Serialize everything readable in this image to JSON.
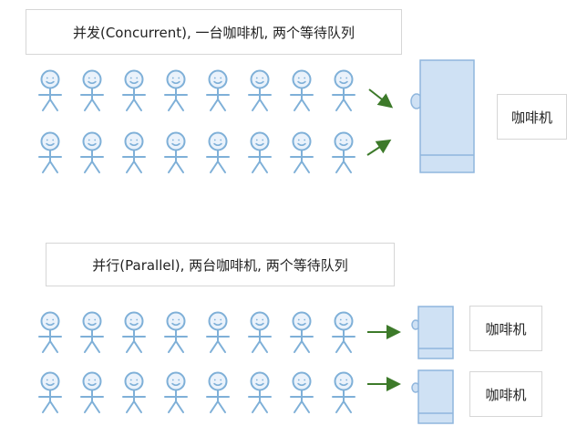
{
  "concurrent": {
    "title": "并发(Concurrent), 一台咖啡机, 两个等待队列",
    "machine_label": "咖啡机"
  },
  "parallel": {
    "title": "并行(Parallel), 两台咖啡机, 两个等待队列",
    "machine_labels": [
      "咖啡机",
      "咖啡机"
    ]
  },
  "colors": {
    "person": "#7fb0d8",
    "machine_fill": "#cfe1f4",
    "machine_stroke": "#8fb6dd",
    "arrow": "#3d7a2a"
  }
}
